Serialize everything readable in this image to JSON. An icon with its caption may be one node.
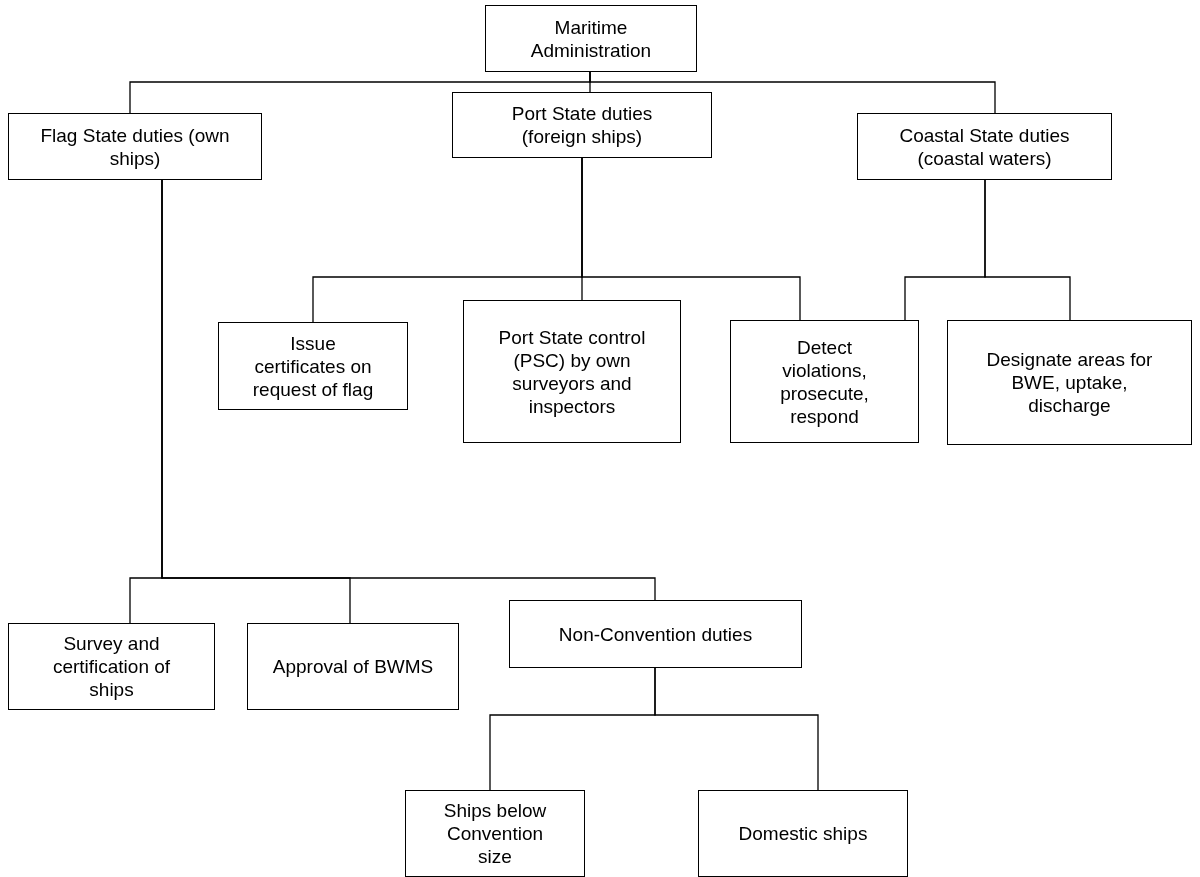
{
  "diagram": {
    "nodes": [
      {
        "text": [
          "Maritime Administration"
        ]
      },
      {
        "text": [
          "Flag State duties (own ships)"
        ]
      },
      {
        "text": [
          "Port State duties (foreign ships)"
        ]
      },
      {
        "text": [
          "Coastal State duties (coastal waters)"
        ]
      },
      {
        "text": [
          "Issue certificates on request of flag"
        ]
      },
      {
        "text": [
          "Port State control (PSC) by own surveyors and inspectors"
        ]
      },
      {
        "text": [
          "Detect violations, prosecute, respond"
        ]
      },
      {
        "text": [
          "Designate areas for BWE, uptake, discharge"
        ]
      },
      {
        "text": [
          "Survey and certification of ships"
        ]
      },
      {
        "text": [
          "Approval of BWMS"
        ]
      },
      {
        "text": [
          "Non-Convention duties"
        ]
      },
      {
        "text": [
          "Ships below Convention size"
        ]
      },
      {
        "text": [
          "Domestic ships"
        ]
      }
    ],
    "edges": [
      {
        "from": 0,
        "to": 1,
        "arrow": "none"
      },
      {
        "from": 0,
        "to": 2,
        "arrow": "none"
      },
      {
        "from": 0,
        "to": 3,
        "arrow": "none"
      },
      {
        "from": 2,
        "to": 4,
        "arrow": "none"
      },
      {
        "from": 2,
        "to": 5,
        "arrow": "none"
      },
      {
        "from": 2,
        "to": 6,
        "arrow": "none"
      },
      {
        "from": 3,
        "to": 6,
        "arrow": "none"
      },
      {
        "from": 3,
        "to": 7,
        "arrow": "none"
      },
      {
        "from": 1,
        "to": 8,
        "arrow": "none"
      },
      {
        "from": 1,
        "to": 9,
        "arrow": "none"
      },
      {
        "from": 1,
        "to": 10,
        "arrow": "none"
      },
      {
        "from": 10,
        "to": 11,
        "arrow": "none"
      },
      {
        "from": 10,
        "to": 12,
        "arrow": "none"
      }
    ]
  }
}
